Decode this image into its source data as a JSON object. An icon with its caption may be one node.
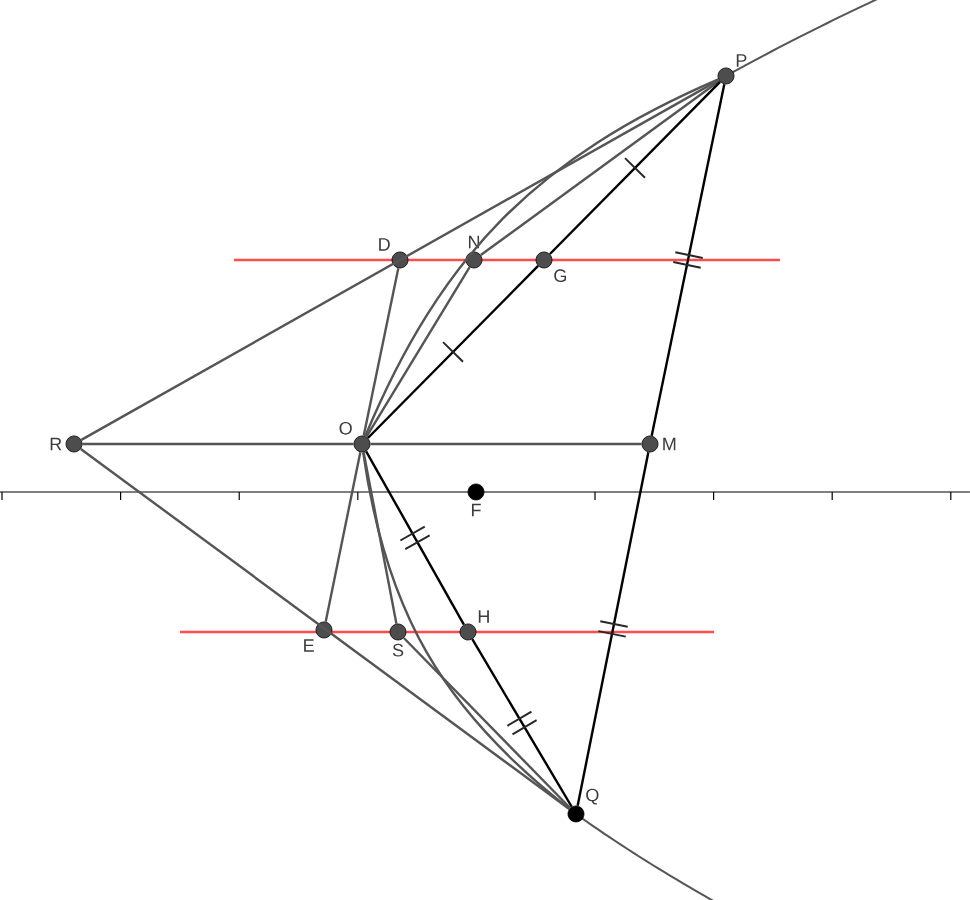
{
  "diagram": {
    "nodes": [
      {
        "text": [
          "P"
        ]
      },
      {
        "text": [
          "D"
        ]
      },
      {
        "text": [
          "N"
        ]
      },
      {
        "text": [
          "G"
        ]
      },
      {
        "text": [
          "R"
        ]
      },
      {
        "text": [
          "O"
        ]
      },
      {
        "text": [
          "M"
        ]
      },
      {
        "text": [
          "F"
        ]
      },
      {
        "text": [
          "E"
        ]
      },
      {
        "text": [
          "S"
        ]
      },
      {
        "text": [
          "H"
        ]
      },
      {
        "text": [
          "Q"
        ]
      }
    ],
    "edges": [
      {
        "from": 4,
        "to": 0,
        "arrow": "none"
      },
      {
        "from": 4,
        "to": 11,
        "arrow": "none"
      },
      {
        "from": 4,
        "to": 5,
        "arrow": "none"
      },
      {
        "from": 5,
        "to": 6,
        "arrow": "none"
      },
      {
        "from": 5,
        "to": 1,
        "arrow": "none"
      },
      {
        "from": 5,
        "to": 2,
        "arrow": "none"
      },
      {
        "from": 5,
        "to": 0,
        "arrow": "none"
      },
      {
        "from": 2,
        "to": 0,
        "arrow": "none"
      },
      {
        "from": 5,
        "to": 3,
        "arrow": "none",
        "color": "#000000"
      },
      {
        "from": 3,
        "to": 0,
        "arrow": "none",
        "color": "#000000"
      },
      {
        "from": 0,
        "to": 6,
        "arrow": "none",
        "color": "#000000"
      },
      {
        "from": 6,
        "to": 11,
        "arrow": "none",
        "color": "#000000"
      },
      {
        "from": 5,
        "to": 8,
        "arrow": "none"
      },
      {
        "from": 5,
        "to": 9,
        "arrow": "none"
      },
      {
        "from": 5,
        "to": 11,
        "arrow": "none"
      },
      {
        "from": 9,
        "to": 11,
        "arrow": "none"
      },
      {
        "from": 5,
        "to": 10,
        "arrow": "none",
        "color": "#000000"
      },
      {
        "from": 10,
        "to": 11,
        "arrow": "none",
        "color": "#000000"
      }
    ]
  }
}
